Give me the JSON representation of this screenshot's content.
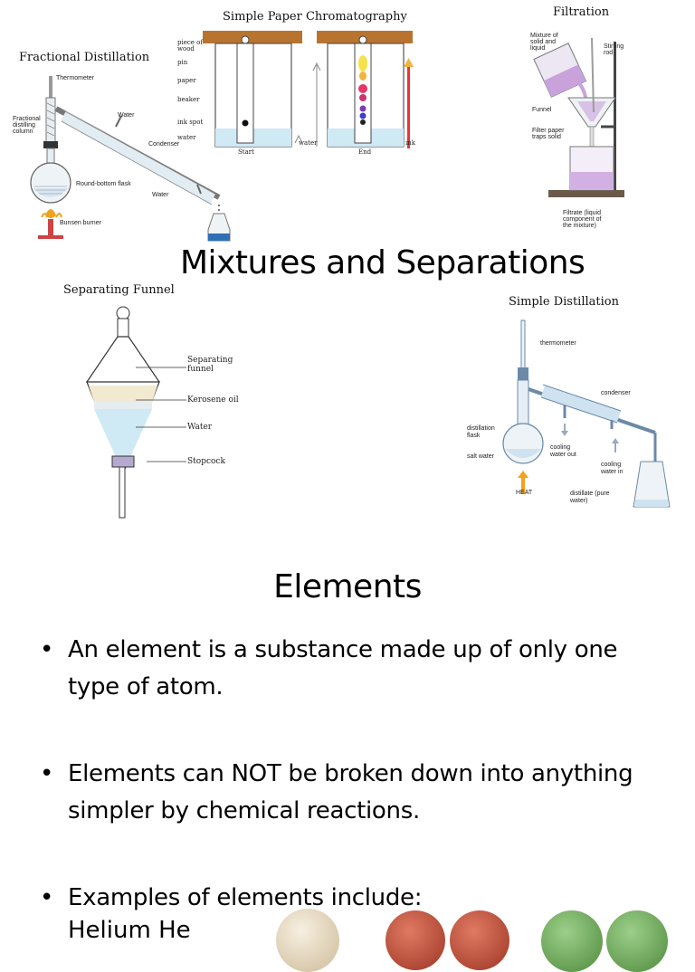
{
  "slide1": {
    "title": "Mixtures and Separations",
    "fractional": {
      "title": "Fractional Distillation",
      "labels": {
        "thermometer": "Thermometer",
        "column": "Fractional distilling column",
        "water_top": "Water",
        "condenser": "Condenser",
        "flask": "Round-bottom flask",
        "water_bottom": "Water",
        "burner": "Bunsen burner"
      }
    },
    "chromatography": {
      "title": "Simple Paper Chromatography",
      "labels": {
        "wood": "piece of wood",
        "pin": "pin",
        "paper": "paper",
        "beaker": "beaker",
        "ink_spot": "ink spot",
        "water": "water",
        "start": "Start",
        "end": "End",
        "water_arrow": "water",
        "ink_arrow": "ink"
      }
    },
    "filtration": {
      "title": "Filtration",
      "labels": {
        "mixture": "Mixture of solid and liquid",
        "stirring_rod": "Stirring rod",
        "funnel": "Funnel",
        "filter_paper": "Filter paper traps solid",
        "filtrate": "Filtrate (liquid component of the mixture)"
      }
    },
    "separating_funnel": {
      "title": "Separating Funnel",
      "labels": {
        "funnel": "Separating funnel",
        "kerosene": "Kerosene oil",
        "water": "Water",
        "stopcock": "Stopcock"
      }
    },
    "simple_distillation": {
      "title": "Simple Distillation",
      "labels": {
        "thermometer": "thermometer",
        "condenser": "condenser",
        "flask": "distillation flask",
        "salt_water": "salt water",
        "cooling_out": "cooling water out",
        "cooling_in": "cooling water in",
        "heat": "HEAT",
        "distillate": "distillate (pure water)"
      }
    }
  },
  "slide2": {
    "title": "Elements",
    "bullet_char": "•",
    "bullets": [
      "An element is a substance made up of only one type of atom.",
      "Elements can NOT be broken down into anything simpler by chemical reactions.",
      "Examples of elements include:"
    ],
    "partial_line": "Helium He"
  },
  "colors": {
    "wood": "#b8742f",
    "water": "#cfe9f5",
    "kerosene": "#f1ead0",
    "heat": "#f4a21a",
    "purple": "#c9a2dc"
  }
}
